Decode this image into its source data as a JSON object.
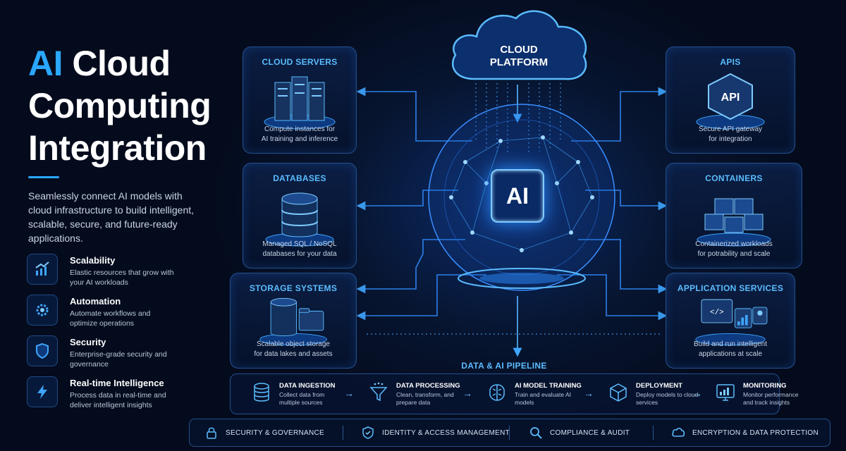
{
  "title": {
    "accent": "AI",
    "rest": "Cloud Computing Integration"
  },
  "intro": "Seamlessly connect AI models with cloud infrastructure to build intelligent, scalable, secure, and future-ready applications.",
  "features": [
    {
      "icon": "chart-up-icon",
      "title": "Scalability",
      "desc": "Elastic resources that grow with your AI workloads"
    },
    {
      "icon": "gear-icon",
      "title": "Automation",
      "desc": "Automate workflows and optimize operations"
    },
    {
      "icon": "shield-icon",
      "title": "Security",
      "desc": "Enterprise-grade security and governance"
    },
    {
      "icon": "lightning-icon",
      "title": "Real-time Intelligence",
      "desc": "Process data in real-time and deliver intelligent insights"
    }
  ],
  "cloud": {
    "line1": "CLOUD",
    "line2": "PLATFORM"
  },
  "core": {
    "label": "AI"
  },
  "left_cards": [
    {
      "title": "CLOUD SERVERS",
      "desc1": "Compute instances for",
      "desc2": "AI training and inference",
      "icon": "server-rack-icon"
    },
    {
      "title": "DATABASES",
      "desc1": "Managed SQL / NoSQL",
      "desc2": "databases for your data",
      "icon": "database-icon"
    },
    {
      "title": "STORAGE SYSTEMS",
      "desc1": "Scalable object storage",
      "desc2": "for data lakes and assets",
      "icon": "storage-icon"
    }
  ],
  "right_cards": [
    {
      "title": "APIS",
      "desc1": "Secure API gateway",
      "desc2": "for integration",
      "icon": "api-icon",
      "icon_text": "API"
    },
    {
      "title": "CONTAINERS",
      "desc1": "Containerized workloads",
      "desc2": "for potrability and scale",
      "icon": "containers-icon"
    },
    {
      "title": "APPLICATION SERVICES",
      "desc1": "Build and run intelligent",
      "desc2": "applications at scale",
      "icon": "app-services-icon",
      "icon_text": "</>"
    }
  ],
  "pipeline": {
    "title": "DATA & AI PIPELINE",
    "steps": [
      {
        "icon": "database-icon",
        "title": "DATA INGESTION",
        "desc": "Collect data from multiple sources"
      },
      {
        "icon": "funnel-icon",
        "title": "DATA PROCESSING",
        "desc": "Clean, transform, and prepare data"
      },
      {
        "icon": "brain-icon",
        "title": "AI MODEL TRAINING",
        "desc": "Train and evaluate AI models"
      },
      {
        "icon": "cube-icon",
        "title": "DEPLOYMENT",
        "desc": "Deploy models to cloud services"
      },
      {
        "icon": "monitor-chart-icon",
        "title": "MONITORING",
        "desc": "Monitor performance and track insights"
      }
    ],
    "arrow": "→"
  },
  "security_bar": [
    {
      "icon": "lock-icon",
      "label": "SECURITY & GOVERNANCE"
    },
    {
      "icon": "shield-check-icon",
      "label": "IDENTITY & ACCESS MANAGEMENT"
    },
    {
      "icon": "magnifier-icon",
      "label": "COMPLIANCE & AUDIT"
    },
    {
      "icon": "cloud-icon",
      "label": "ENCRYPTION & DATA PROTECTION"
    }
  ],
  "colors": {
    "accent": "#2aa8ff",
    "background": "#040b1d",
    "card_border": "#24508e",
    "heading": "#5bbcff"
  }
}
